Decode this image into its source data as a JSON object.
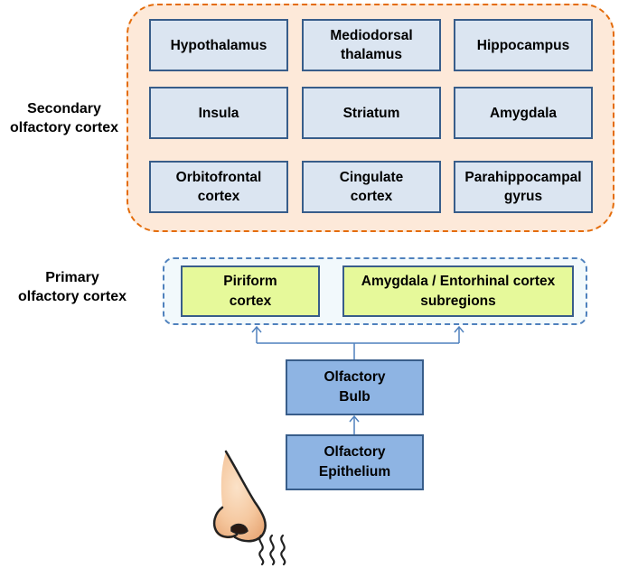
{
  "labels": {
    "secondary": "Secondary\nolfactory cortex",
    "primary": "Primary\nolfactory cortex"
  },
  "secondary_regions": [
    "Hypothalamus",
    "Mediodorsal\nthalamus",
    "Hippocampus",
    "Insula",
    "Striatum",
    "Amygdala",
    "Orbitofrontal\ncortex",
    "Cingulate\ncortex",
    "Parahippocampal\ngyrus"
  ],
  "primary_regions": [
    "Piriform\ncortex",
    "Amygdala / Entorhinal cortex\nsubregions"
  ],
  "bulb": "Olfactory\nBulb",
  "epithelium": "Olfactory\nEpithelium",
  "colors": {
    "secondary_fill": "#fde9d9",
    "secondary_border": "#e46c0a",
    "region_fill": "#dbe5f1",
    "primary_fill": "#e6f99a",
    "primary_group_border": "#4f81bd",
    "blue_box_fill": "#8eb4e3",
    "box_border": "#385d8a",
    "arrow": "#4f81bd"
  },
  "icons": {
    "nose": "nose-icon",
    "odor": "odor-waves-icon"
  }
}
